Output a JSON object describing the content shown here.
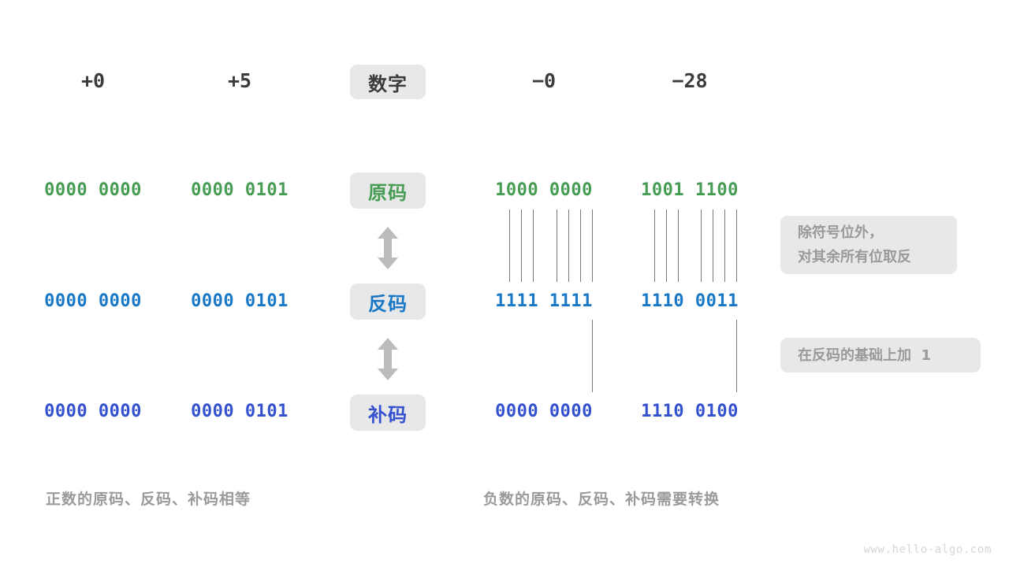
{
  "meta": {
    "watermark": "www.hello-algo.com",
    "colors": {
      "green": "#479c54",
      "blue": "#1878c6",
      "indigo": "#3350cf",
      "badge_bg": "#e8e8e8",
      "text_dark": "#3b3b3b",
      "text_muted": "#9a9a9a",
      "line": "#777777",
      "background": "#ffffff"
    }
  },
  "header": {
    "row_label": "数字",
    "columns": [
      {
        "label": "+0"
      },
      {
        "label": "+5"
      },
      {
        "label": "−0"
      },
      {
        "label": "−28"
      }
    ]
  },
  "rows": [
    {
      "label": "原码",
      "color": "green",
      "values": [
        "0000 0000",
        "0000 0101",
        "1000 0000",
        "1001 1100"
      ]
    },
    {
      "label": "反码",
      "color": "blue",
      "values": [
        "0000 0000",
        "0000 0101",
        "1111 1111",
        "1110 0011"
      ]
    },
    {
      "label": "补码",
      "color": "indigo",
      "values": [
        "0000 0000",
        "0000 0101",
        "0000 0000",
        "1110 0100"
      ]
    }
  ],
  "notes": [
    {
      "line1": "除符号位外，",
      "line2": "对其余所有位取反"
    },
    {
      "line1": "在反码的基础上加  1",
      "line2": ""
    }
  ],
  "captions": {
    "left": "正数的原码、反码、补码相等",
    "right": "负数的原码、反码、补码需要转换"
  }
}
